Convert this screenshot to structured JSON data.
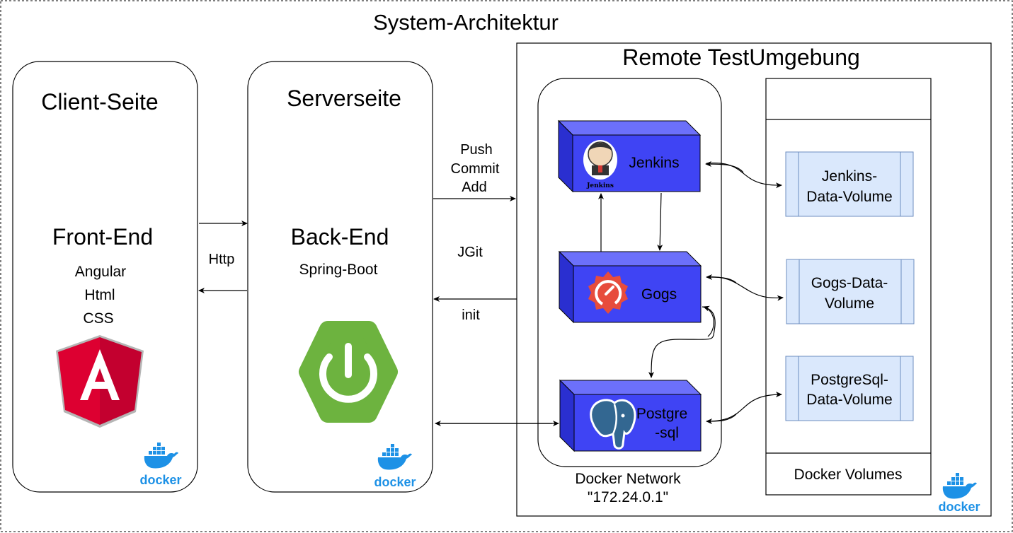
{
  "title": "System-Architektur",
  "client": {
    "heading": "Client-Seite",
    "name": "Front-End",
    "tech": [
      "Angular",
      "Html",
      "CSS"
    ]
  },
  "server": {
    "heading": "Serverseite",
    "name": "Back-End",
    "tech": "Spring-Boot"
  },
  "remote": {
    "heading": "Remote TestUmgebung",
    "network_label": [
      "Docker Network",
      "\"172.24.0.1\""
    ],
    "volumes_label": "Docker Volumes"
  },
  "nodes": {
    "jenkins": "Jenkins",
    "jenkins_logo_text": "Jenkins",
    "gogs": "Gogs",
    "postgres": [
      "Postgre",
      "-sql"
    ]
  },
  "volumes": {
    "jenkins": [
      "Jenkins-",
      "Data-Volume"
    ],
    "gogs": [
      "Gogs-Data-",
      "Volume"
    ],
    "postgres": [
      "PostgreSql-",
      "Data-Volume"
    ]
  },
  "edges": {
    "http": "Http",
    "push": [
      "Push",
      "Commit",
      "Add"
    ],
    "jgit": "JGit",
    "init": "init"
  },
  "docker_logo_text": "docker",
  "colors": {
    "node_front": "#3f44f4",
    "node_side": "#2a2fd0",
    "node_top": "#6c70fa",
    "volume_fill": "#dae8fc",
    "volume_stroke": "#6c8ebf",
    "docker_blue": "#1d91e6",
    "angular_red": "#dd0031",
    "angular_dark": "#c3002f",
    "spring_green": "#6db33f",
    "gogs_red": "#e74c3c"
  }
}
